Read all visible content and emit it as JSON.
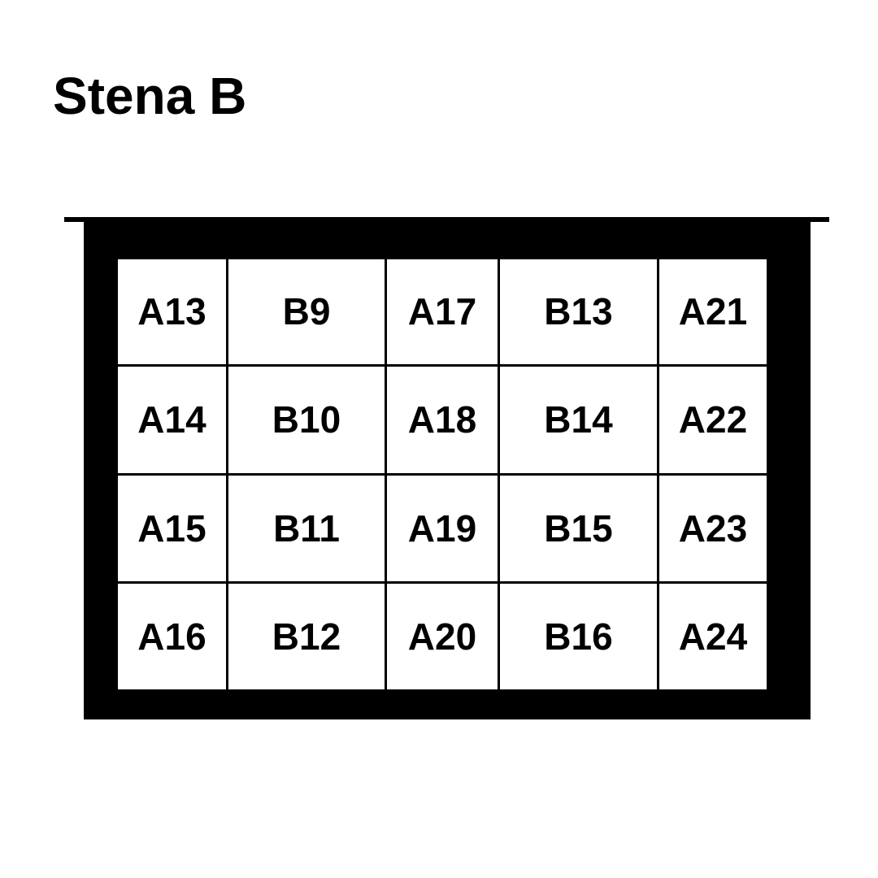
{
  "title": "Stena B",
  "colors": {
    "frame": "#000000",
    "background": "#ffffff",
    "text": "#000000"
  },
  "grid": {
    "columns": 5,
    "row_count": 4,
    "rows": [
      [
        "A13",
        "B9",
        "A17",
        "B13",
        "A21"
      ],
      [
        "A14",
        "B10",
        "A18",
        "B14",
        "A22"
      ],
      [
        "A15",
        "B11",
        "A19",
        "B15",
        "A23"
      ],
      [
        "A16",
        "B12",
        "A20",
        "B16",
        "A24"
      ]
    ]
  }
}
